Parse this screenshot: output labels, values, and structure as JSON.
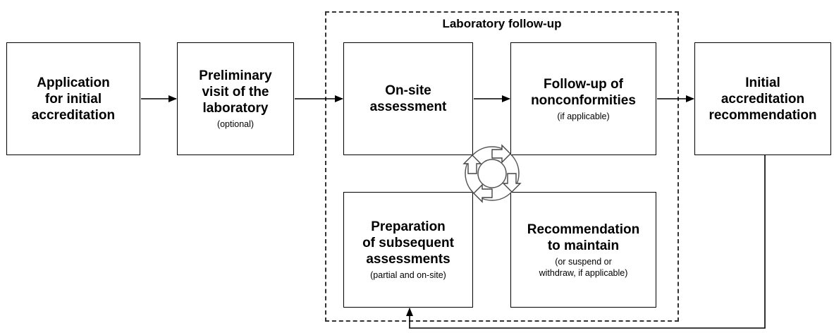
{
  "group": {
    "label": "Laboratory follow-up"
  },
  "boxes": {
    "application": {
      "title": "Application\nfor initial\naccreditation",
      "subtitle": ""
    },
    "preliminary": {
      "title": "Preliminary\nvisit of the\nlaboratory",
      "subtitle": "(optional)"
    },
    "onsite": {
      "title": "On-site\nassessment",
      "subtitle": ""
    },
    "followup": {
      "title": "Follow-up of\nnonconformities",
      "subtitle": "(if applicable)"
    },
    "initial": {
      "title": "Initial\naccreditation\nrecommendation",
      "subtitle": ""
    },
    "preparation": {
      "title": "Preparation\nof subsequent\nassessments",
      "subtitle": "(partial and on-site)"
    },
    "recommendation": {
      "title": "Recommendation\nto maintain",
      "subtitle": "(or suspend or\nwithdraw, if applicable)"
    }
  },
  "icons": {
    "cycle": "cycle-arrows-icon"
  },
  "colors": {
    "stroke": "#000000",
    "background": "#ffffff"
  }
}
